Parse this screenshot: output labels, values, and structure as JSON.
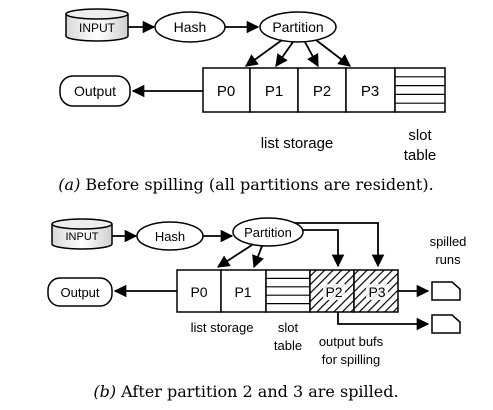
{
  "diagram_a": {
    "input": "INPUT",
    "hash": "Hash",
    "partition": "Partition",
    "output": "Output",
    "partitions": [
      "P0",
      "P1",
      "P2",
      "P3"
    ],
    "list_storage": "list storage",
    "slot": "slot",
    "table": "table",
    "caption_prefix": "(a)",
    "caption_text": "Before spilling (all partitions are resident)."
  },
  "diagram_b": {
    "input": "INPUT",
    "hash": "Hash",
    "partition": "Partition",
    "output": "Output",
    "resident_partitions": [
      "P0",
      "P1"
    ],
    "spilled_partitions": [
      "P2",
      "P3"
    ],
    "list_storage": "list storage",
    "slot": "slot",
    "table": "table",
    "spilled": "spilled",
    "runs": "runs",
    "output_bufs": "output bufs",
    "for_spilling": "for spilling",
    "caption_prefix": "(b)",
    "caption_text": "After partition 2 and 3 are spilled."
  }
}
